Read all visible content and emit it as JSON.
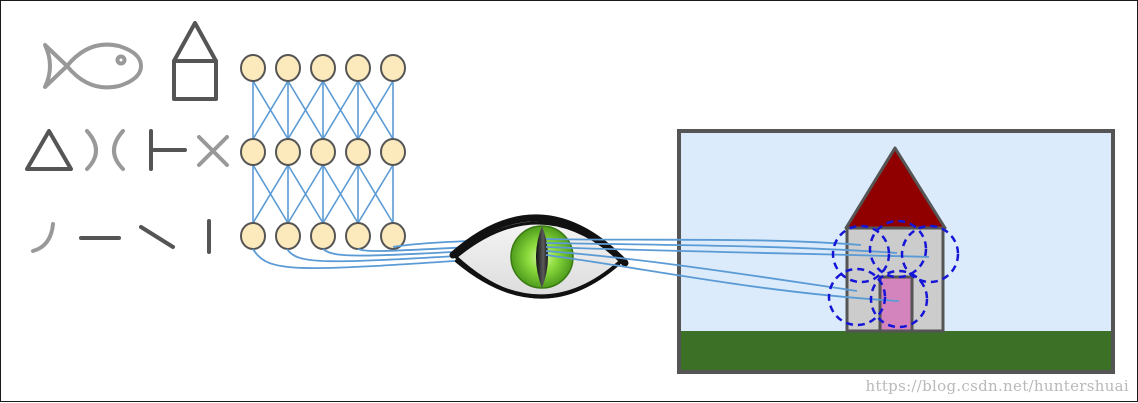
{
  "watermark": "https://blog.csdn.net/huntershuai",
  "neural_network": {
    "rows": 3,
    "columns": 5
  },
  "colors": {
    "shape_dark": "#555555",
    "shape_light": "#999999",
    "neuron_fill": "#fdeabc",
    "neuron_stroke": "#555555",
    "connection": "#5b9bd5",
    "eye_iris": "#7ccd3a",
    "sky": "#dbebfb",
    "grass": "#3b7026",
    "roof": "#900000",
    "wall": "#cccccc",
    "door": "#d384bd",
    "receptive_field": "#1515d8",
    "frame": "#555555"
  }
}
